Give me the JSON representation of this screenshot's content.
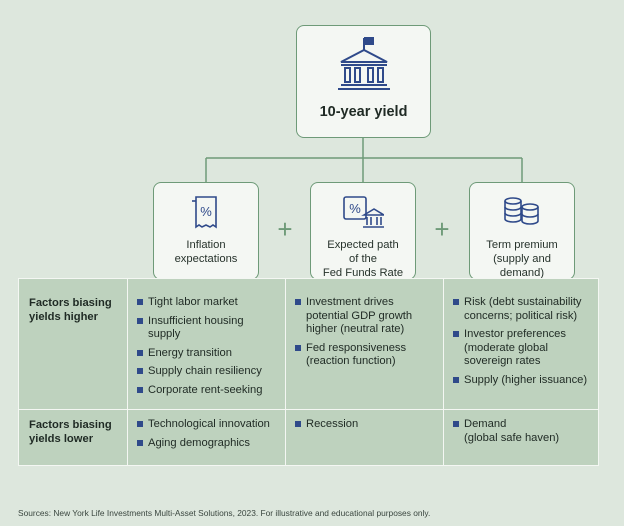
{
  "top": {
    "title": "10-year yield",
    "icon": "government-building-icon"
  },
  "drivers": [
    {
      "label_lines": [
        "Inflation",
        "expectations"
      ],
      "icon": "receipt-percent-icon"
    },
    {
      "label_lines": [
        "Expected path",
        "of the",
        "Fed Funds Rate"
      ],
      "icon": "percent-bank-icon"
    },
    {
      "label_lines": [
        "Term premium",
        "(supply and",
        "demand)"
      ],
      "icon": "coin-stack-icon"
    }
  ],
  "plus_sign": "+",
  "rows": [
    {
      "label_lines": [
        "Factors biasing",
        "yields higher"
      ],
      "cells": [
        [
          [
            "Tight labor market"
          ],
          [
            "Insufficient housing",
            "supply"
          ],
          [
            "Energy transition"
          ],
          [
            "Supply chain resiliency"
          ],
          [
            "Corporate rent-seeking"
          ]
        ],
        [
          [
            "Investment drives",
            "potential GDP growth",
            "higher (neutral rate)"
          ],
          [
            "Fed responsiveness",
            "(reaction function)"
          ]
        ],
        [
          [
            "Risk (debt sustainability",
            "concerns; political risk)"
          ],
          [
            "Investor preferences",
            "(moderate global",
            "sovereign rates"
          ],
          [
            "Supply (higher issuance)"
          ]
        ]
      ]
    },
    {
      "label_lines": [
        "Factors biasing",
        "yields lower"
      ],
      "cells": [
        [
          [
            "Technological innovation"
          ],
          [
            "Aging demographics"
          ]
        ],
        [
          [
            "Recession"
          ]
        ],
        [
          [
            "Demand",
            "(global safe haven)"
          ]
        ]
      ]
    }
  ],
  "source": "Sources: New York Life Investments Multi-Asset Solutions, 2023. For illustrative and educational purposes only.",
  "colors": {
    "background": "#dde7dd",
    "accent_green": "#6e9a78",
    "table_fill": "#bed2be",
    "bullet": "#2f4a8a"
  }
}
